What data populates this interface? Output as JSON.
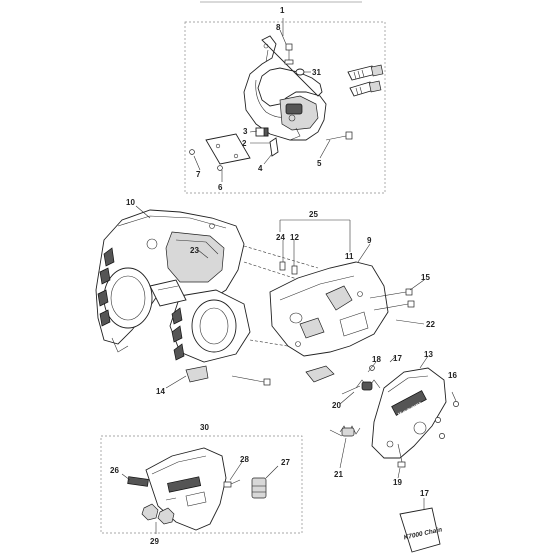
{
  "diagram": {
    "callouts": [
      {
        "id": "c1",
        "text": "1"
      },
      {
        "id": "c8",
        "text": "8"
      },
      {
        "id": "c31",
        "text": "31"
      },
      {
        "id": "c3",
        "text": "3"
      },
      {
        "id": "c2",
        "text": "2"
      },
      {
        "id": "c4",
        "text": "4"
      },
      {
        "id": "c5",
        "text": "5"
      },
      {
        "id": "c7",
        "text": "7"
      },
      {
        "id": "c6",
        "text": "6"
      },
      {
        "id": "c10",
        "text": "10"
      },
      {
        "id": "c25",
        "text": "25"
      },
      {
        "id": "c24",
        "text": "24"
      },
      {
        "id": "c12",
        "text": "12"
      },
      {
        "id": "c9",
        "text": "9"
      },
      {
        "id": "c23",
        "text": "23"
      },
      {
        "id": "c11",
        "text": "11"
      },
      {
        "id": "c15",
        "text": "15"
      },
      {
        "id": "c22",
        "text": "22"
      },
      {
        "id": "c18",
        "text": "18"
      },
      {
        "id": "c17a",
        "text": "17"
      },
      {
        "id": "c13",
        "text": "13"
      },
      {
        "id": "c14",
        "text": "14"
      },
      {
        "id": "c16",
        "text": "16"
      },
      {
        "id": "c20",
        "text": "20"
      },
      {
        "id": "c30",
        "text": "30"
      },
      {
        "id": "c21",
        "text": "21"
      },
      {
        "id": "c19",
        "text": "19"
      },
      {
        "id": "c26",
        "text": "26"
      },
      {
        "id": "c28",
        "text": "28"
      },
      {
        "id": "c27",
        "text": "27"
      },
      {
        "id": "c29",
        "text": "29"
      },
      {
        "id": "c17b",
        "text": "17"
      }
    ],
    "decal_text": "K7000 Chain",
    "brand_text": "Husqvarna"
  }
}
